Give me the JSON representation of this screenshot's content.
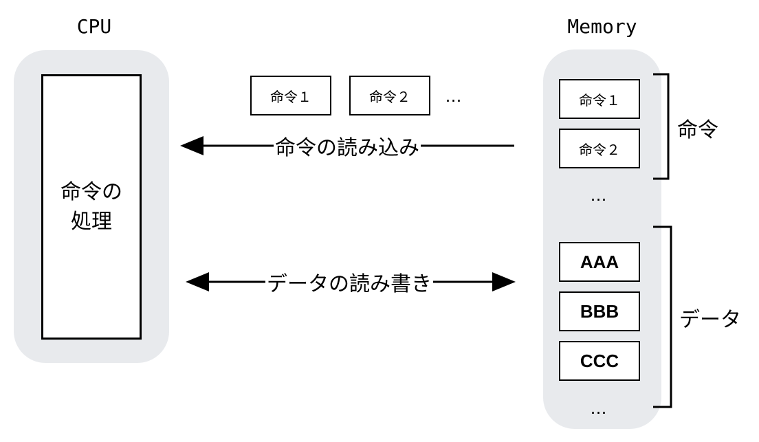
{
  "cpu": {
    "title": "CPU",
    "core_label_line1": "命令の",
    "core_label_line2": "処理"
  },
  "memory": {
    "title": "Memory",
    "instructions": [
      "命令１",
      "命令２"
    ],
    "instructions_ellipsis": "…",
    "data": [
      "AAA",
      "BBB",
      "CCC"
    ],
    "data_ellipsis": "…",
    "instruction_bracket_label": "命令",
    "data_bracket_label": "データ"
  },
  "transfer": {
    "instruction_queue": [
      "命令１",
      "命令２"
    ],
    "queue_ellipsis": "…",
    "read_instructions_label": "命令の読み込み",
    "read_write_data_label": "データの読み書き"
  },
  "colors": {
    "panel_background": "#e8eaed",
    "stroke": "#000000"
  }
}
